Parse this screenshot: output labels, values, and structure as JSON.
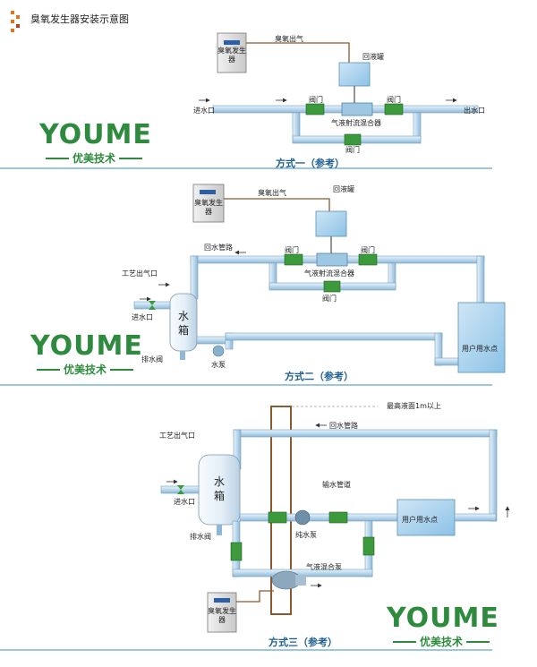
{
  "header": {
    "title": "臭氧发生器安装示意图"
  },
  "brand": {
    "logo_text": "YOUME",
    "tagline": "优美技术",
    "color": "#2e8b3e"
  },
  "colors": {
    "pipe": "#bcd9ec",
    "pipe_edge": "#6f9fc2",
    "valve": "#3c9a3c",
    "brown": "#8a5a2e",
    "caption": "#1f5f8f",
    "divider": "#3a8fc4"
  },
  "diagram1": {
    "generator": "臭氧发生器",
    "ozone_out": "臭氧出气",
    "tank": "回液罐",
    "inlet": "进水口",
    "outlet": "出水口",
    "valve_left": "阀门",
    "valve_right": "阀门",
    "valve_bottom": "阀门",
    "mixer": "气液射流混合器",
    "caption": "方式一（参考）"
  },
  "diagram2": {
    "generator": "臭氧发生器",
    "ozone_out": "臭氧出气",
    "tank": "回液罐",
    "return_pipe": "回水管路",
    "air_outlet": "工艺出气口",
    "inlet": "进水口",
    "water_tank": "水箱",
    "drain_valve": "排水阀",
    "pump": "水泵",
    "valve_left": "阀门",
    "valve_right": "阀门",
    "valve_bottom": "阀门",
    "mixer": "气液射流混合器",
    "user_point": "用户用水点",
    "caption": "方式二（参考）"
  },
  "diagram3": {
    "max_level": "最高液面1m以上",
    "return_pipe": "回水管路",
    "air_outlet": "工艺出气口",
    "water_tank": "水箱",
    "inlet": "进水口",
    "drain_valve": "排水阀",
    "water_pipe": "输水管道",
    "pure_pump": "纯水泵",
    "mix_pump": "气液混合泵",
    "user_point": "用户用水点",
    "generator": "臭氧发生器",
    "caption": "方式三（参考）"
  }
}
